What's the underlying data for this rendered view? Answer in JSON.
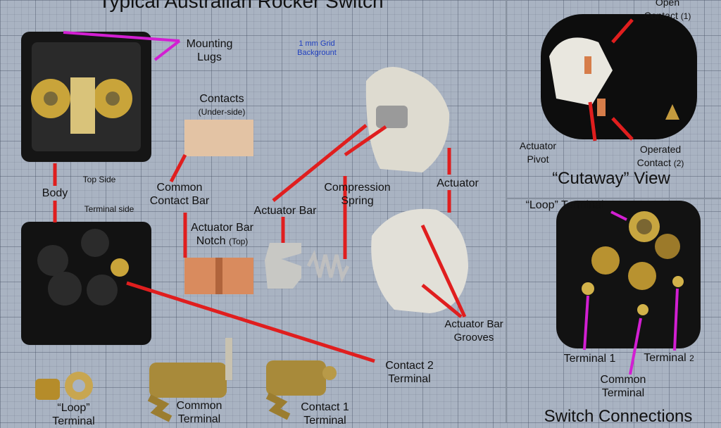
{
  "title": "Typical Australian Rocker Switch",
  "grid_note": [
    "1 mm Grid",
    "Backgrount"
  ],
  "labels": {
    "mounting_lugs": [
      "Mounting",
      "Lugs"
    ],
    "top_side": "Top Side",
    "body": "Body",
    "terminal_side": "Terminal side",
    "contacts": "Contacts",
    "contacts_sub": "(Under-side)",
    "common_contact_bar": [
      "Common",
      "Contact Bar"
    ],
    "actuator_bar_notch": [
      "Actuator Bar",
      "Notch"
    ],
    "notch_sub": "(Top)",
    "actuator_bar": "Actuator Bar",
    "compression_spring": [
      "Compression",
      "Spring"
    ],
    "actuator": "Actuator",
    "actuator_bar_grooves": [
      "Actuator Bar",
      "Grooves"
    ],
    "contact2_terminal": [
      "Contact 2",
      "Terminal"
    ],
    "loop_terminal_bottom": [
      "“Loop”",
      "Terminal"
    ],
    "common_terminal_bottom": [
      "Common",
      "Terminal"
    ],
    "contact1_terminal": [
      "Contact 1",
      "Terminal"
    ],
    "open_contact": [
      "Open",
      "Contact"
    ],
    "open_contact_num": "(1)",
    "actuator_pivot": [
      "Actuator",
      "Pivot"
    ],
    "operated_contact": [
      "Operated",
      "Contact"
    ],
    "operated_contact_num": "(2)",
    "cutaway_view": "“Cutaway” View",
    "loop_terminal": "“Loop” Terminal",
    "terminal1": "Terminal 1",
    "terminal2": "Terminal",
    "terminal2_num": "2",
    "common_terminal": [
      "Common",
      "Terminal"
    ],
    "switch_connections": "Switch Connections"
  },
  "colors": {
    "leader_red": "#e01e1e",
    "leader_magenta": "#d21fd2",
    "brass": "#b8912e",
    "copper": "#d88b5a",
    "plastic_black": "#141414",
    "plastic_white": "#e8e6dc"
  }
}
